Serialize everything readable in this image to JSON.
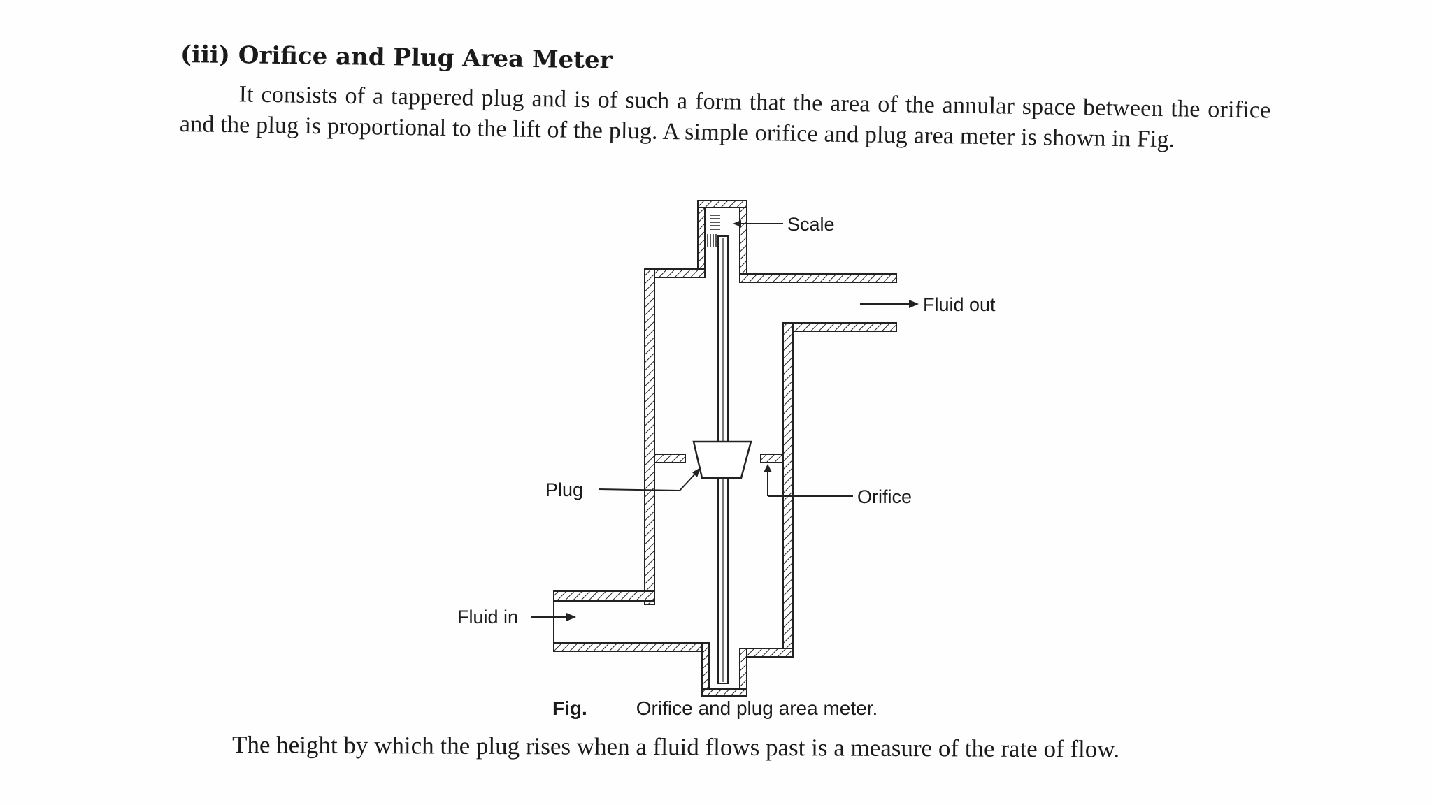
{
  "section": {
    "heading": "(iii) Orifice and Plug Area Meter",
    "paragraph": "It consists of a tappered plug and is of such a form that the area of the annular space between the orifice and the plug is proportional to the lift of the plug. A simple orifice and plug area meter is shown in Fig."
  },
  "figure": {
    "labels": {
      "scale": "Scale",
      "fluid_out": "Fluid out",
      "plug": "Plug",
      "orifice": "Orifice",
      "fluid_in": "Fluid in"
    },
    "caption_number": "Fig.",
    "caption_text": "Orifice and plug area meter."
  },
  "conclusion": "The height by which the plug rises when a fluid flows past is a measure of the rate of flow."
}
